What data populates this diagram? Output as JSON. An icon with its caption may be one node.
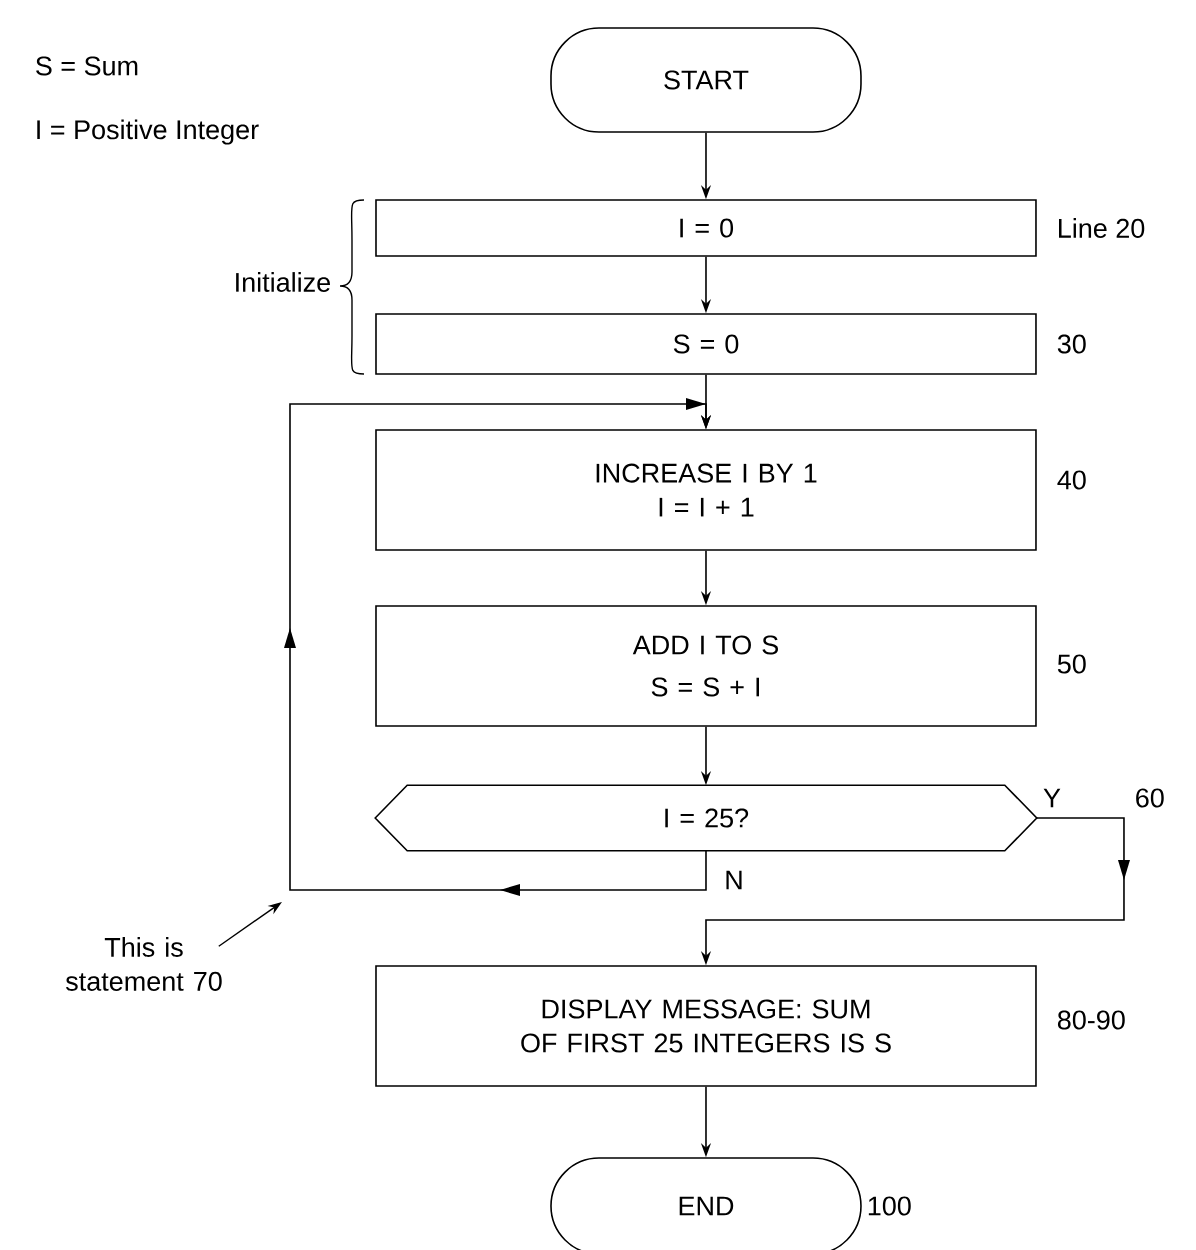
{
  "diagram": {
    "nodes": [
      {
        "text": [
          "START"
        ]
      },
      {
        "text": [
          "I = 0"
        ],
        "beside": [
          "Line 20"
        ]
      },
      {
        "text": [
          "S = 0"
        ],
        "beside": [
          "30"
        ]
      },
      {
        "text": [
          "INCREASE I BY 1",
          "I = I + 1"
        ],
        "beside": [
          "40"
        ]
      },
      {
        "text": [
          "ADD I TO S",
          "S = S + I"
        ],
        "beside": [
          "50"
        ]
      },
      {
        "text": [
          "I = 25?"
        ],
        "beside": [
          "60"
        ]
      },
      {
        "text": [
          "DISPLAY MESSAGE: SUM OF FIRST 25 INTEGERS IS S"
        ],
        "beside": [
          "80-90"
        ]
      },
      {
        "text": [
          "END"
        ],
        "beside": [
          "100"
        ]
      },
      {
        "text": [
          "This is statement 70"
        ]
      }
    ],
    "edges": [
      {
        "from": 0,
        "to": 1,
        "arrow": "to"
      },
      {
        "from": 1,
        "to": 2,
        "arrow": "to"
      },
      {
        "from": 2,
        "to": 3,
        "arrow": "to"
      },
      {
        "from": 3,
        "to": 4,
        "arrow": "to"
      },
      {
        "from": 4,
        "to": 5,
        "arrow": "to"
      },
      {
        "from": 5,
        "to": 3,
        "arrow": "to",
        "label": "N"
      },
      {
        "from": 5,
        "to": 6,
        "arrow": "to",
        "label": "Y"
      },
      {
        "from": 6,
        "to": 7,
        "arrow": "to"
      },
      {
        "from": 8,
        "to": null,
        "arrow": "to"
      }
    ],
    "labels": [
      "S = Sum",
      "I = Positive Integer",
      "Initialize"
    ]
  }
}
